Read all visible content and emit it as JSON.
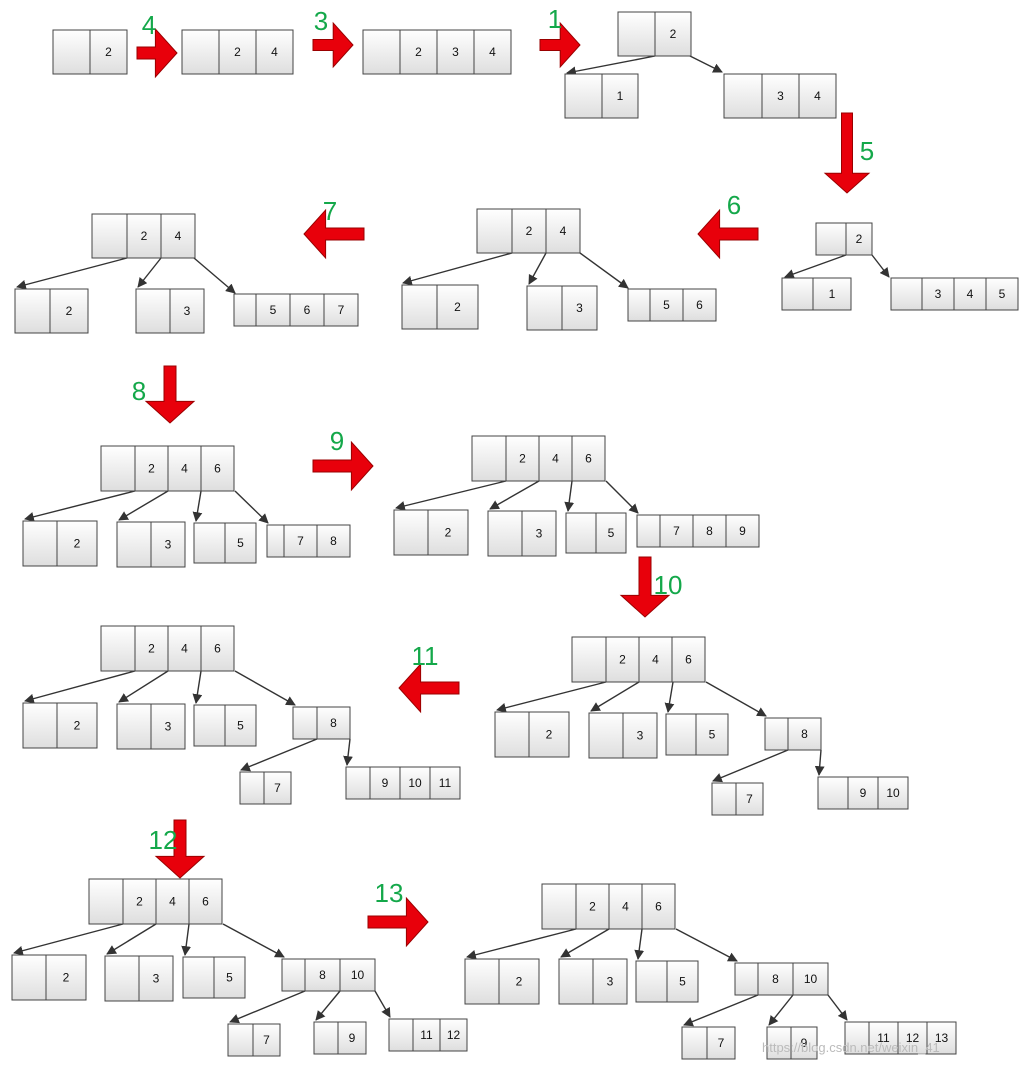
{
  "colors": {
    "arrow_fill": "#e8000b",
    "arrow_stroke": "#9a0000",
    "step_label": "#14a84a",
    "cell_border": "#444444",
    "edge": "#333333"
  },
  "watermark": "https://blog.csdn.net/weixin_41",
  "steps": [
    "4",
    "3",
    "1",
    "5",
    "6",
    "7",
    "8",
    "9",
    "10",
    "11",
    "12",
    "13"
  ],
  "node_keys": {
    "s0": [
      "",
      "2"
    ],
    "s1": [
      "",
      "2",
      "4"
    ],
    "s2": [
      "",
      "2",
      "3",
      "4"
    ],
    "s3_root": [
      "",
      "2"
    ],
    "s3_a": [
      "",
      "1"
    ],
    "s3_b": [
      "",
      "3",
      "4"
    ],
    "s4_root": [
      "",
      "2"
    ],
    "s4_a": [
      "",
      "1"
    ],
    "s4_b": [
      "",
      "3",
      "4",
      "5"
    ],
    "s5_root": [
      "",
      "2",
      "4"
    ],
    "s5_a": [
      "",
      "2"
    ],
    "s5_b": [
      "",
      "3"
    ],
    "s5_c": [
      "",
      "5",
      "6"
    ],
    "s6_root": [
      "",
      "2",
      "4"
    ],
    "s6_a": [
      "",
      "2"
    ],
    "s6_b": [
      "",
      "3"
    ],
    "s6_c": [
      "",
      "5",
      "6",
      "7"
    ],
    "s7_root": [
      "",
      "2",
      "4",
      "6"
    ],
    "s7_a": [
      "",
      "2"
    ],
    "s7_b": [
      "",
      "3"
    ],
    "s7_c": [
      "",
      "5"
    ],
    "s7_d": [
      "",
      "7",
      "8"
    ],
    "s8_root": [
      "",
      "2",
      "4",
      "6"
    ],
    "s8_a": [
      "",
      "2"
    ],
    "s8_b": [
      "",
      "3"
    ],
    "s8_c": [
      "",
      "5"
    ],
    "s8_d": [
      "",
      "7",
      "8",
      "9"
    ],
    "s9_root": [
      "",
      "2",
      "4",
      "6"
    ],
    "s9_a": [
      "",
      "2"
    ],
    "s9_b": [
      "",
      "3"
    ],
    "s9_c": [
      "",
      "5"
    ],
    "s9_d": [
      "",
      "8"
    ],
    "s9_e": [
      "",
      "7"
    ],
    "s9_f": [
      "",
      "9",
      "10"
    ],
    "s10_root": [
      "",
      "2",
      "4",
      "6"
    ],
    "s10_a": [
      "",
      "2"
    ],
    "s10_b": [
      "",
      "3"
    ],
    "s10_c": [
      "",
      "5"
    ],
    "s10_d": [
      "",
      "8"
    ],
    "s10_e": [
      "",
      "7"
    ],
    "s10_f": [
      "",
      "9",
      "10",
      "11"
    ],
    "s11_root": [
      "",
      "2",
      "4",
      "6"
    ],
    "s11_a": [
      "",
      "2"
    ],
    "s11_b": [
      "",
      "3"
    ],
    "s11_c": [
      "",
      "5"
    ],
    "s11_d": [
      "",
      "8",
      "10"
    ],
    "s11_e": [
      "",
      "7"
    ],
    "s11_f": [
      "",
      "9"
    ],
    "s11_g": [
      "",
      "11",
      "12"
    ],
    "s12_root": [
      "",
      "2",
      "4",
      "6"
    ],
    "s12_a": [
      "",
      "2"
    ],
    "s12_b": [
      "",
      "3"
    ],
    "s12_c": [
      "",
      "5"
    ],
    "s12_d": [
      "",
      "8",
      "10"
    ],
    "s12_e": [
      "",
      "7"
    ],
    "s12_f": [
      "",
      "9"
    ],
    "s12_g": [
      "",
      "11",
      "12",
      "13"
    ]
  }
}
